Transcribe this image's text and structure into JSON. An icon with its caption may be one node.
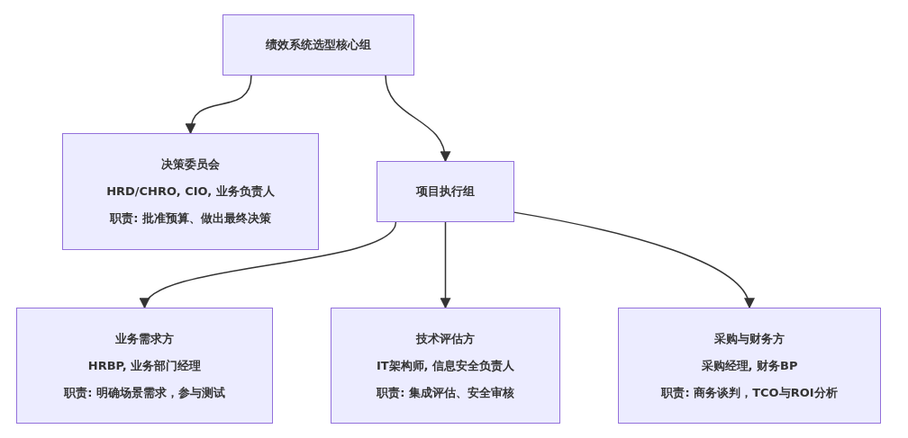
{
  "diagram": {
    "nodes": [
      {
        "text": [
          "绩效系统选型核心组"
        ]
      },
      {
        "text": [
          "决策委员会",
          "HRD/CHRO, CIO, 业务负责人",
          "职责: 批准预算、做出最终决策"
        ]
      },
      {
        "text": [
          "项目执行组"
        ]
      },
      {
        "text": [
          "业务需求方",
          "HRBP, 业务部门经理",
          "职责: 明确场景需求，参与测试"
        ]
      },
      {
        "text": [
          "技术评估方",
          "IT架构师, 信息安全负责人",
          "职责: 集成评估、安全审核"
        ]
      },
      {
        "text": [
          "采购与财务方",
          "采购经理, 财务BP",
          "职责: 商务谈判，TCO与ROI分析"
        ]
      }
    ],
    "edges": [
      {
        "from": 0,
        "to": 1,
        "arrow": "to"
      },
      {
        "from": 0,
        "to": 2,
        "arrow": "to"
      },
      {
        "from": 2,
        "to": 3,
        "arrow": "to"
      },
      {
        "from": 2,
        "to": 4,
        "arrow": "to"
      },
      {
        "from": 2,
        "to": 5,
        "arrow": "to"
      }
    ]
  }
}
